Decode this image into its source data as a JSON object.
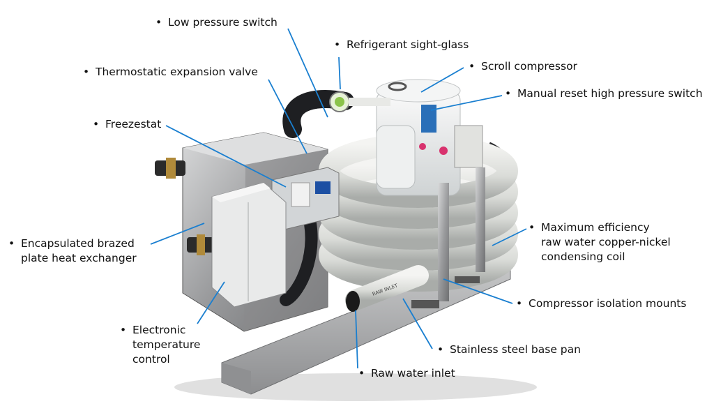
{
  "colors": {
    "leader": "#1a7fd0",
    "text": "#111111",
    "background": "#ffffff"
  },
  "bullet": "•",
  "labels": {
    "low_pressure_switch": "Low pressure switch",
    "refrigerant_sight_glass": "Refrigerant sight-glass",
    "thermostatic_expansion_valve": "Thermostatic expansion valve",
    "scroll_compressor": "Scroll compressor",
    "manual_reset_high_pressure_switch": "Manual reset high pressure switch",
    "freezestat": "Freezestat",
    "heat_exchanger": [
      "Encapsulated brazed",
      "plate heat exchanger"
    ],
    "condensing_coil": [
      "Maximum efficiency",
      "raw water copper-nickel",
      "condensing coil"
    ],
    "compressor_isolation_mounts": "Compressor isolation mounts",
    "electronic_temperature_control": [
      "Electronic",
      "temperature",
      "control"
    ],
    "stainless_steel_base_pan": "Stainless steel base pan",
    "raw_water_inlet": "Raw water inlet"
  },
  "image": {
    "subject": "marine water-cooled condensing unit",
    "inlet_tag": "RAW INLET"
  }
}
